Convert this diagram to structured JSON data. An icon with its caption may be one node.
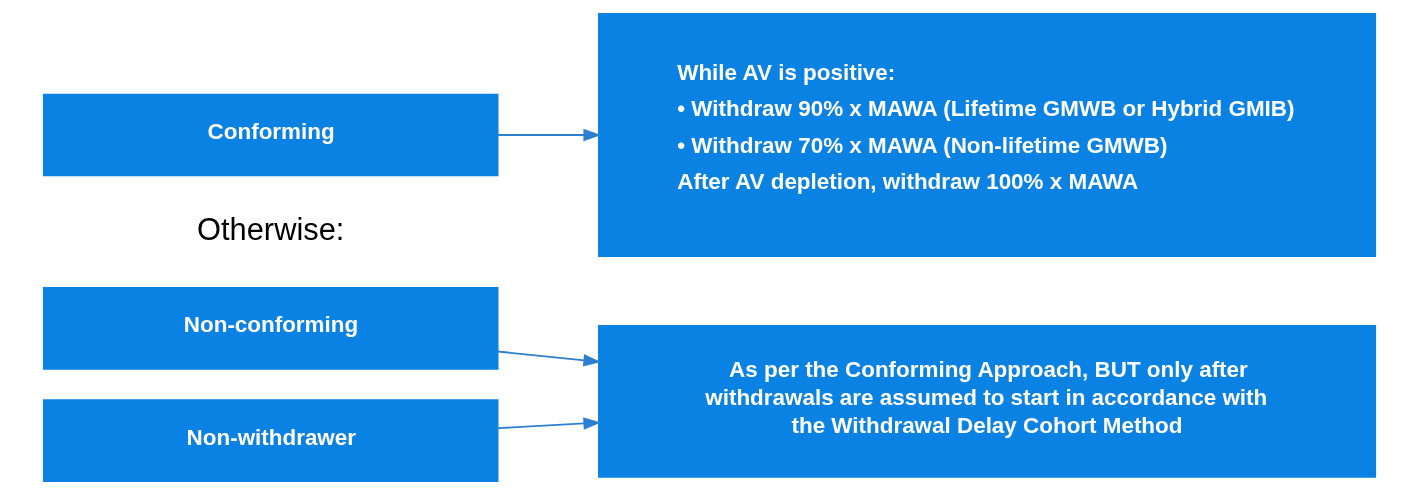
{
  "diagram": {
    "nodes": [
      {
        "text": [
          "Conforming"
        ]
      },
      {
        "text": [
          "While AV is positive:",
          "• Withdraw 90% x MAWA (Lifetime GMWB or Hybrid GMIB)",
          "• Withdraw 70% x MAWA (Non-lifetime GMWB)",
          "After AV depletion, withdraw 100% x MAWA"
        ]
      },
      {
        "text": [
          "Non-conforming"
        ]
      },
      {
        "text": [
          "Non-withdrawer"
        ]
      },
      {
        "text": [
          "As per the Conforming Approach, BUT only after withdrawals are assumed to start in accordance with the Withdrawal Delay Cohort Method"
        ]
      }
    ],
    "edges": [
      {
        "from": 0,
        "to": 1,
        "arrow": "to"
      },
      {
        "from": 2,
        "to": 4,
        "arrow": "to"
      },
      {
        "from": 3,
        "to": 4,
        "arrow": "to"
      }
    ],
    "labels": [
      "Otherwise:"
    ]
  }
}
